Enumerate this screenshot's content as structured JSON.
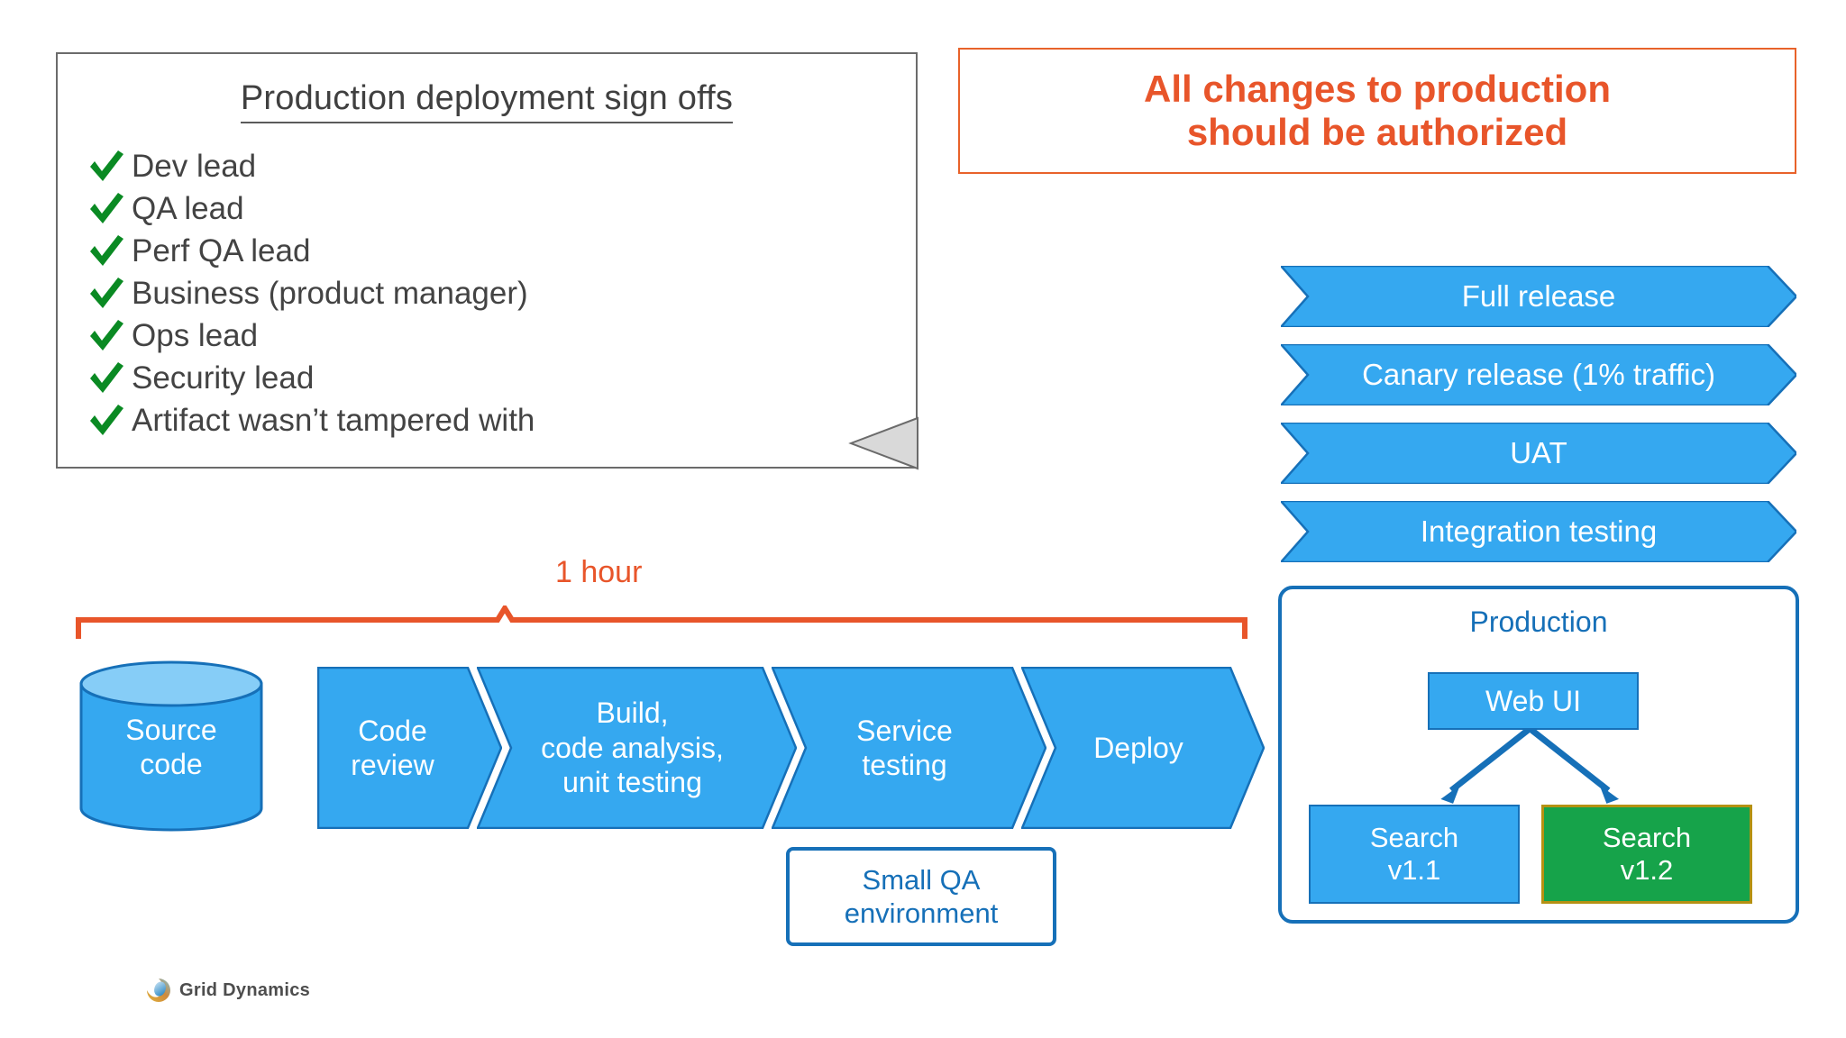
{
  "signoff_note": {
    "title": "Production deployment sign offs",
    "check_icon": "green-check-icon",
    "items": [
      "Dev lead",
      "QA lead",
      "Perf QA lead",
      "Business (product manager)",
      "Ops lead",
      "Security lead",
      "Artifact wasn’t tampered with"
    ]
  },
  "callout": {
    "line1": "All changes to production",
    "line2": "should be authorized",
    "color": "#e8552a"
  },
  "release_stages": [
    {
      "label": "Full release"
    },
    {
      "label": "Canary release (1% traffic)"
    },
    {
      "label": "UAT"
    },
    {
      "label": "Integration testing"
    }
  ],
  "production": {
    "title": "Production",
    "web_ui": "Web UI",
    "services": [
      {
        "name": "Search",
        "version": "v1.1",
        "color": "#35a8f0",
        "border": "#1670b8"
      },
      {
        "name": "Search",
        "version": "v1.2",
        "color": "#16a34a",
        "border": "#b59112"
      }
    ]
  },
  "timing": {
    "label": "1 hour",
    "color": "#e8552a"
  },
  "pipeline": {
    "source": {
      "line1": "Source",
      "line2": "code"
    },
    "stages": [
      {
        "label": "Code\nreview"
      },
      {
        "label": "Build,\ncode analysis,\nunit testing"
      },
      {
        "label": "Service\ntesting"
      },
      {
        "label": "Deploy"
      }
    ]
  },
  "qa_env": {
    "line1": "Small QA",
    "line2": "environment"
  },
  "footer": {
    "logo_icon": "grid-dynamics-logo-icon",
    "brand": "Grid Dynamics"
  },
  "colors": {
    "blue_fill": "#35a8f0",
    "blue_border": "#1670b8",
    "green_fill": "#16a34a",
    "orange": "#e8552a",
    "check_green": "#0a8a23",
    "note_border": "#6b6b6b"
  }
}
